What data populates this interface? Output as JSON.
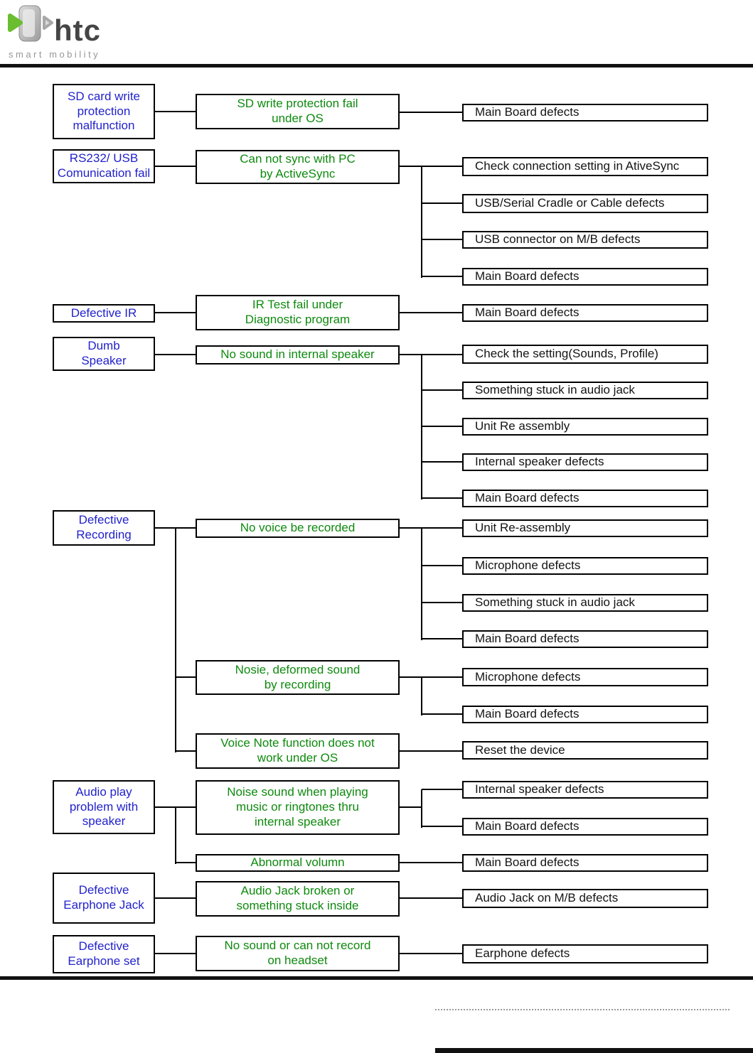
{
  "logo": {
    "brand": "htc",
    "tagline": "smart mobility"
  },
  "colors": {
    "category_text": "#2222cc",
    "symptom_text": "#0e8a0e",
    "cause_text": "#141414",
    "box_border": "#000000",
    "htc_green": "#6abe30",
    "logo_gray": "#9a9a9a",
    "brand_gray": "#454545",
    "rule_black": "#111111"
  },
  "flow": {
    "sections": [
      {
        "category": "SD card write\nprotection\nmalfunction",
        "branches": [
          {
            "symptom": "SD write protection fail\nunder OS",
            "causes": [
              "Main Board defects"
            ]
          }
        ]
      },
      {
        "category": "RS232/ USB\nComunication fail",
        "branches": [
          {
            "symptom": "Can not sync with PC\nby ActiveSync",
            "causes": [
              "Check connection setting in AtiveSync",
              "USB/Serial Cradle or Cable defects",
              "USB connector on M/B defects",
              "Main Board defects"
            ]
          }
        ]
      },
      {
        "category": "Defective IR",
        "branches": [
          {
            "symptom": "IR Test fail under\nDiagnostic program",
            "causes": [
              "Main Board defects"
            ]
          }
        ]
      },
      {
        "category": "Dumb\nSpeaker",
        "branches": [
          {
            "symptom": "No sound in internal speaker",
            "causes": [
              "Check the setting(Sounds, Profile)",
              "Something stuck in audio jack",
              "Unit Re assembly",
              "Internal speaker defects",
              "Main Board defects"
            ]
          }
        ]
      },
      {
        "category": "Defective\nRecording",
        "branches": [
          {
            "symptom": "No voice be recorded",
            "causes": [
              "Unit Re-assembly",
              "Microphone defects",
              "Something stuck in audio jack",
              "Main Board defects"
            ]
          },
          {
            "symptom": "Nosie, deformed sound\nby recording",
            "causes": [
              "Microphone defects",
              "Main Board defects"
            ]
          },
          {
            "symptom": "Voice Note function does not\nwork under OS",
            "causes": [
              "Reset the device"
            ]
          }
        ]
      },
      {
        "category": "Audio play\nproblem with\nspeaker",
        "branches": [
          {
            "symptom": "Noise sound when playing\nmusic or ringtones thru\ninternal speaker",
            "causes": [
              "Internal speaker defects",
              "Main Board defects"
            ]
          },
          {
            "symptom": "Abnormal volumn",
            "causes": [
              "Main Board defects"
            ]
          }
        ]
      },
      {
        "category": "Defective\nEarphone Jack",
        "branches": [
          {
            "symptom": "Audio Jack broken or\nsomething stuck inside",
            "causes": [
              "Audio Jack on M/B defects"
            ]
          }
        ]
      },
      {
        "category": "Defective\nEarphone set",
        "branches": [
          {
            "symptom": "No sound or can not record\non headset",
            "causes": [
              "Earphone defects"
            ]
          }
        ]
      }
    ]
  }
}
